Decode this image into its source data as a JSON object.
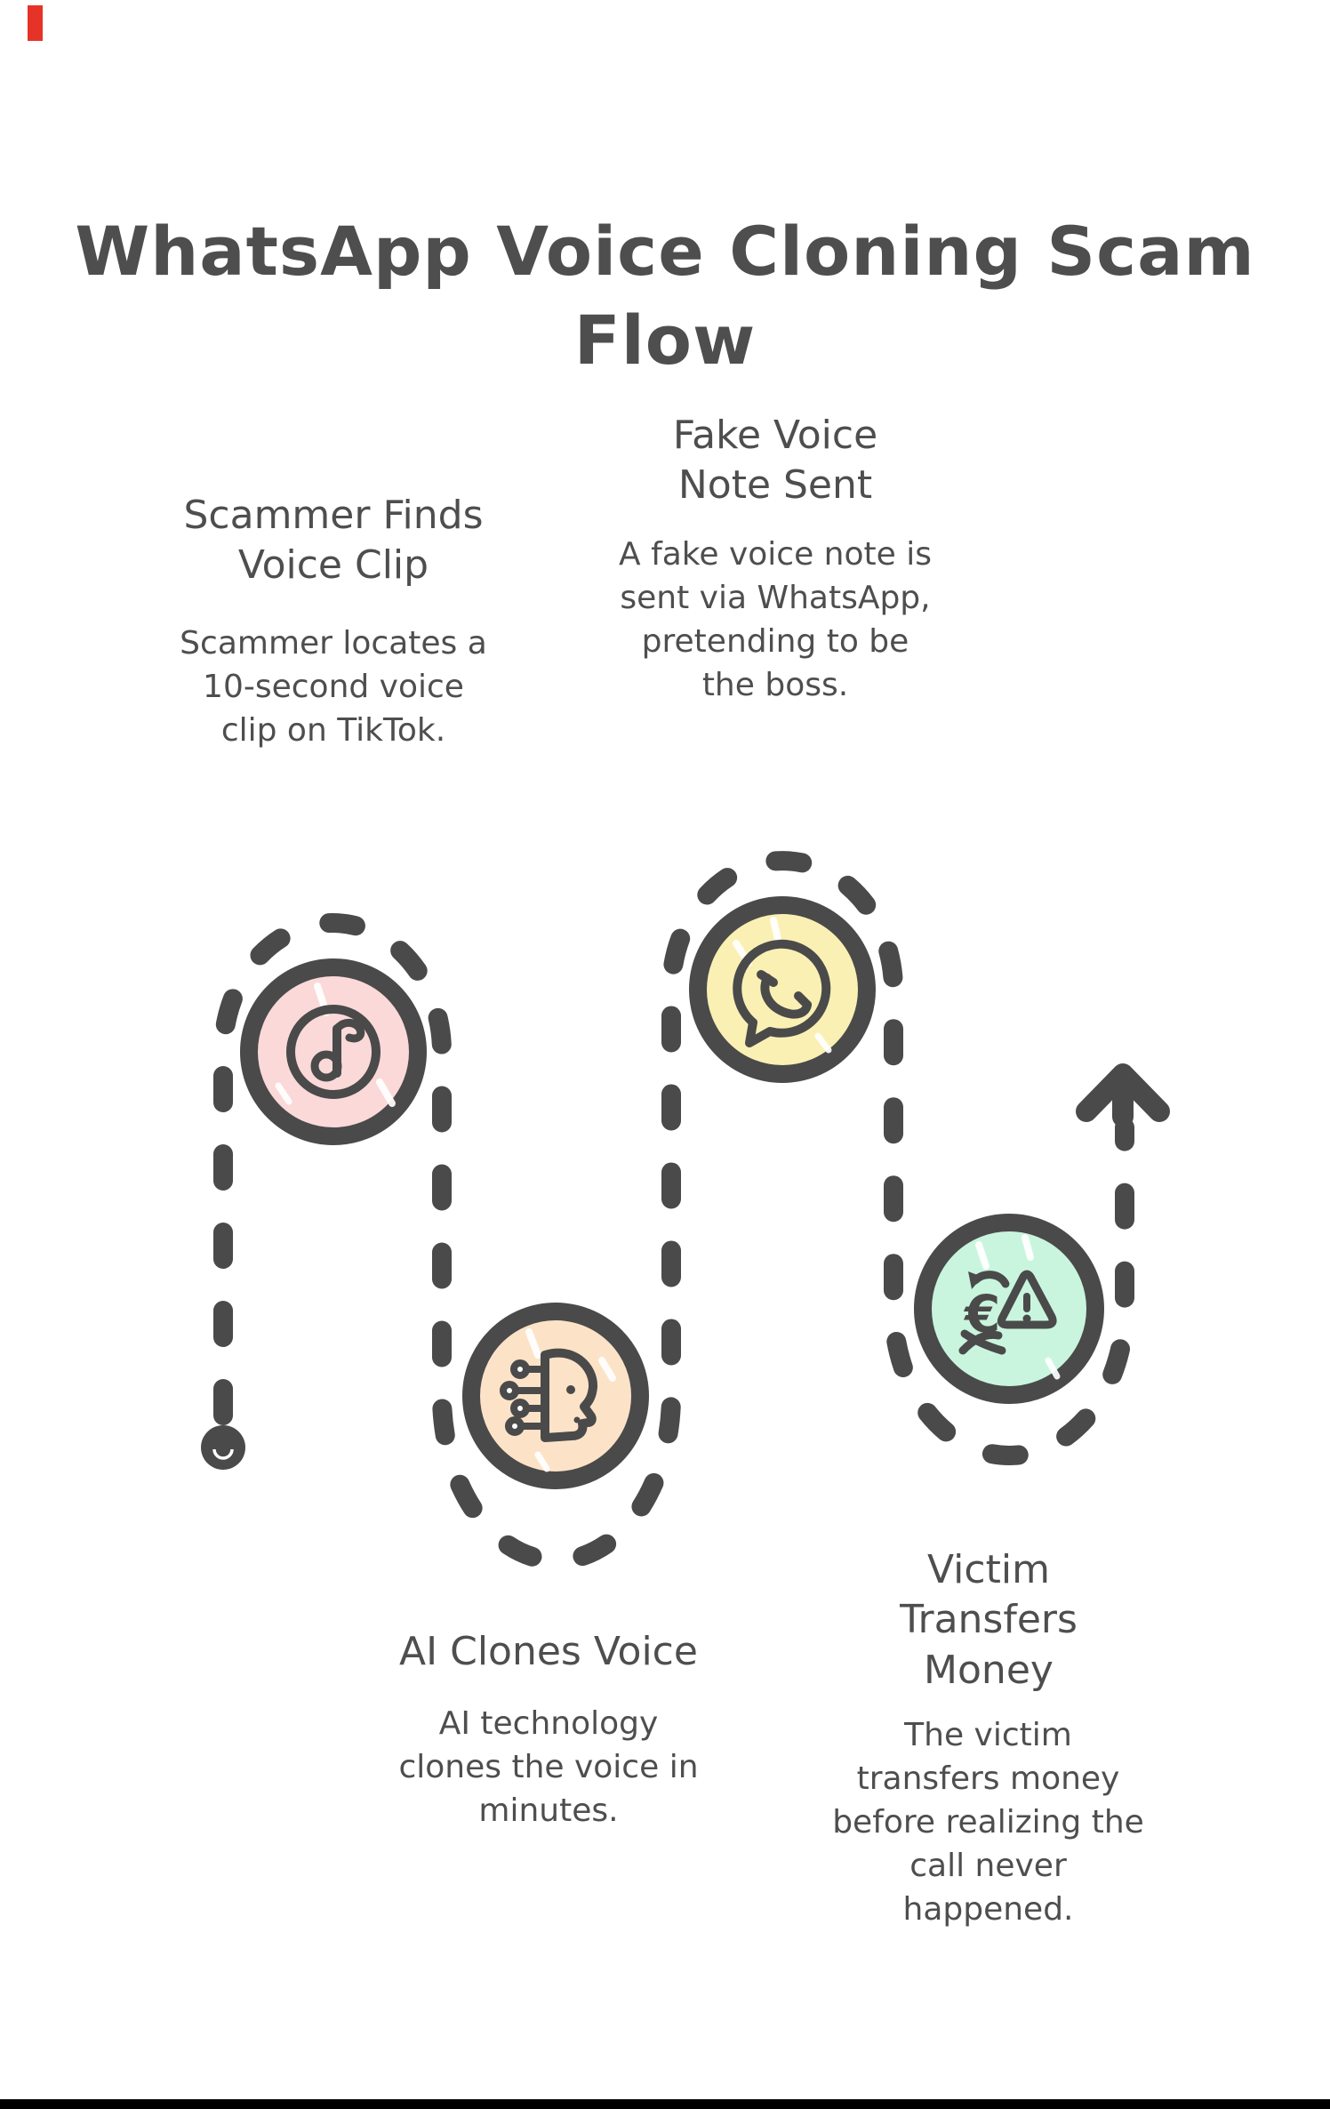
{
  "title": "WhatsApp Voice Cloning Scam Flow",
  "steps": [
    {
      "heading": "Scammer Finds Voice Clip",
      "description": "Scammer locates a 10-second voice clip on TikTok.",
      "icon": "tiktok-note-icon",
      "fill": "#fbd9d9"
    },
    {
      "heading": "Fake Voice Note Sent",
      "description": "A fake voice note is sent via WhatsApp, pretending to be the boss.",
      "icon": "whatsapp-icon",
      "fill": "#faf0b4"
    },
    {
      "heading": "AI Clones Voice",
      "description": "AI technology clones the voice in minutes.",
      "icon": "ai-head-icon",
      "fill": "#fce3c8"
    },
    {
      "heading": "Victim Transfers Money",
      "description": "The victim transfers money before realizing the call never happened.",
      "icon": "euro-warning-icon",
      "fill": "#c9f5de"
    }
  ],
  "colors": {
    "ink": "#4a4a4a",
    "text": "#4e4e4e",
    "pink": "#fbd9d9",
    "yellow": "#faf0b4",
    "peach": "#fce3c8",
    "mint": "#c9f5de",
    "corner_mark": "#e63327",
    "bottom_bar": "#000000"
  }
}
